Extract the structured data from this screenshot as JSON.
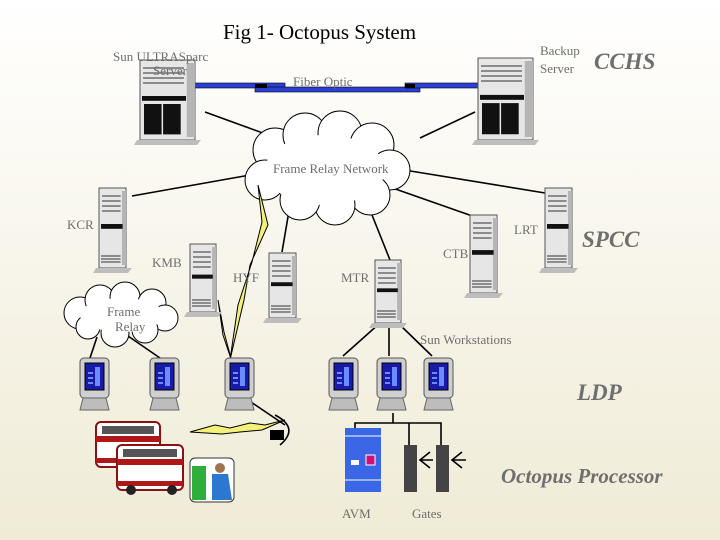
{
  "title": "Fig 1- Octopus System",
  "labels": {
    "main_server_line1": "Sun ULTRASparc",
    "main_server_line2": "Server",
    "backup_line1": "Backup",
    "backup_line2": "Server",
    "cchs": "CCHS",
    "fiber": "Fiber Optic",
    "frame_relay_network": "Frame Relay Network",
    "kcr": "KCR",
    "kmb": "KMB",
    "hyf": "HYF",
    "mtr": "MTR",
    "ctb": "CTB",
    "lrt": "LRT",
    "spcc": "SPCC",
    "frame_relay_1": "Frame",
    "frame_relay_2": "Relay",
    "sun_workstations": "Sun Workstations",
    "ldp": "LDP",
    "octopus_processor": "Octopus Processor",
    "avm": "AVM",
    "gates": "Gates"
  },
  "colors": {
    "fiber": "#2e3fd6",
    "lightning": "#f5f07a",
    "avm": "#3b66e6",
    "screen": "#1a1aa8"
  }
}
